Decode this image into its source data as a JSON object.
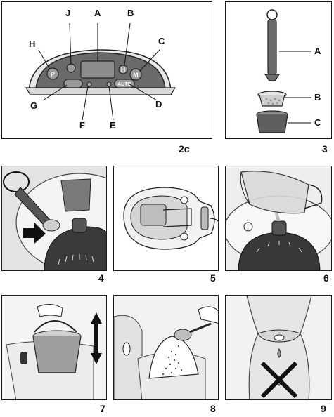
{
  "figures": {
    "fig2c": {
      "number": "2c",
      "callouts": {
        "A": "A",
        "B": "B",
        "C": "C",
        "D": "D",
        "E": "E",
        "F": "F",
        "G": "G",
        "H": "H",
        "J": "J"
      },
      "buttons": {
        "p": "P",
        "h": "H",
        "m": "M",
        "auto": "AUTO"
      }
    },
    "fig3": {
      "number": "3",
      "callouts": {
        "A": "A",
        "B": "B",
        "C": "C"
      }
    },
    "fig4": {
      "number": "4"
    },
    "fig5": {
      "number": "5"
    },
    "fig6": {
      "number": "6"
    },
    "fig7": {
      "number": "7"
    },
    "fig8": {
      "number": "8"
    },
    "fig9": {
      "number": "9"
    }
  }
}
